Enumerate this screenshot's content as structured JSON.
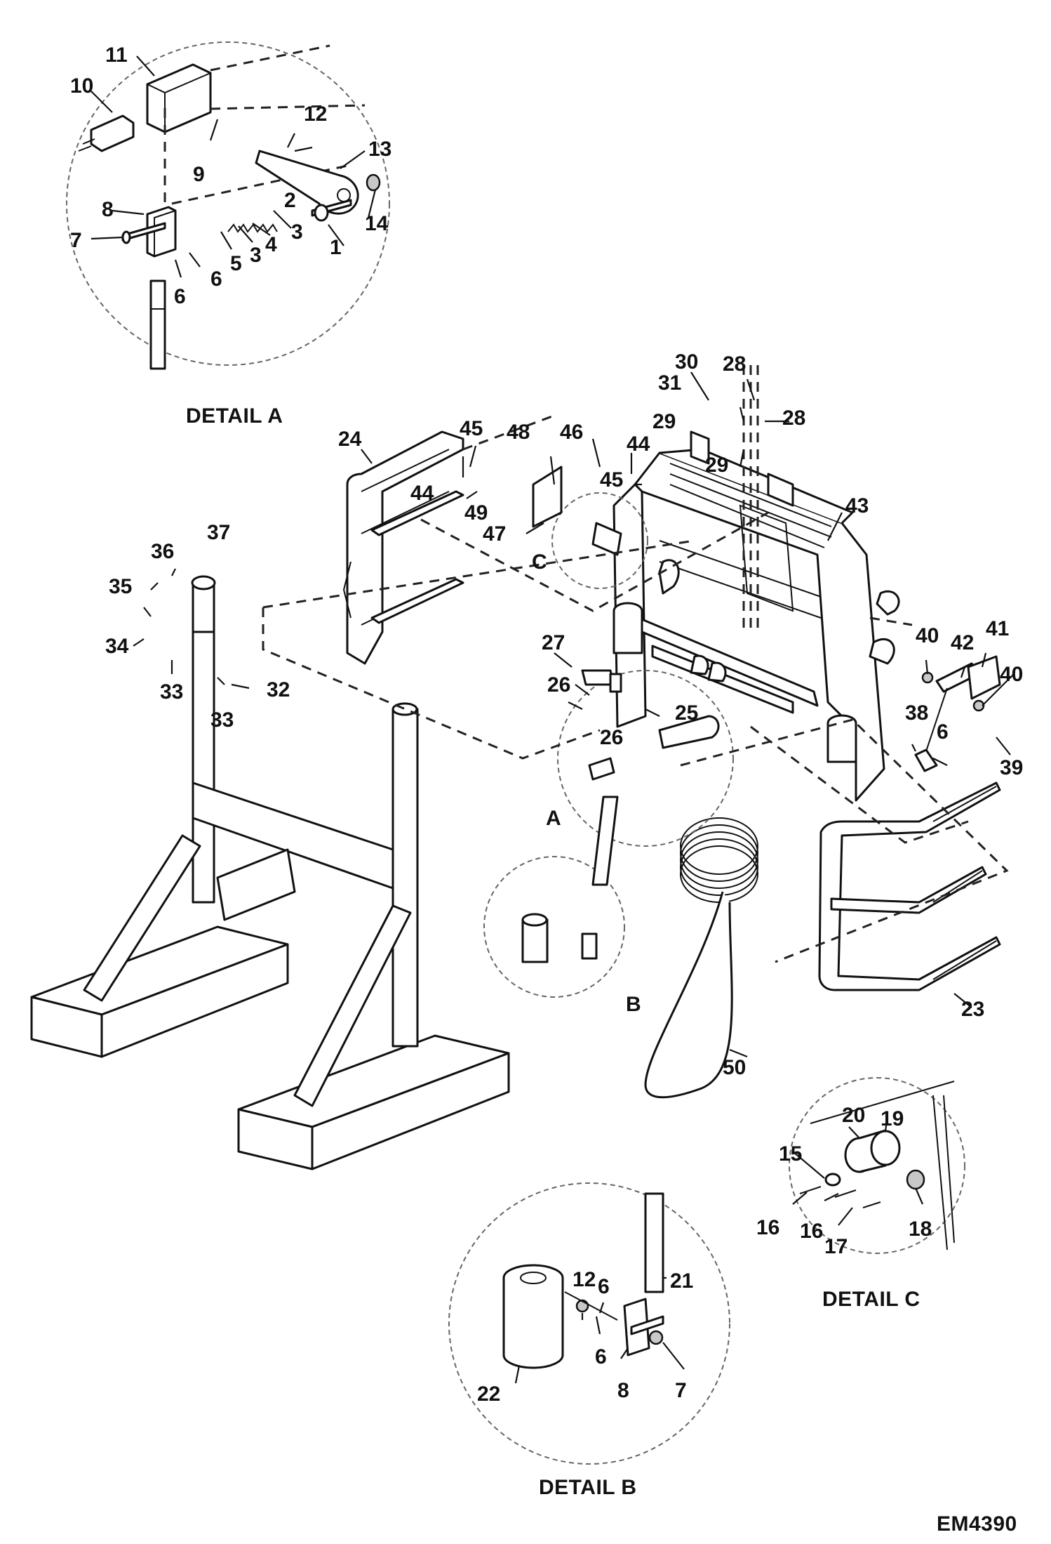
{
  "drawing_code": "EM4390",
  "captions": {
    "detail_a": "DETAIL A",
    "detail_b": "DETAIL B",
    "detail_c": "DETAIL C"
  },
  "detail_refs": {
    "a": "A",
    "b": "B",
    "c": "C"
  },
  "callouts": {
    "c1": "1",
    "c2": "2",
    "c3a": "3",
    "c3b": "3",
    "c4": "4",
    "c5": "5",
    "c6a": "6",
    "c6b": "6",
    "c7a": "7",
    "c8a": "8",
    "c9": "9",
    "c10": "10",
    "c11": "11",
    "c12a": "12",
    "c13": "13",
    "c14": "14",
    "c15": "15",
    "c16a": "16",
    "c16b": "16",
    "c17": "17",
    "c18": "18",
    "c19": "19",
    "c20": "20",
    "c21": "21",
    "c22": "22",
    "c12b": "12",
    "c6c": "6",
    "c6d": "6",
    "c8b": "8",
    "c7b": "7",
    "c23": "23",
    "c24": "24",
    "c25": "25",
    "c26a": "26",
    "c26b": "26",
    "c27": "27",
    "c28a": "28",
    "c28b": "28",
    "c29a": "29",
    "c29b": "29",
    "c30": "30",
    "c31": "31",
    "c32": "32",
    "c33a": "33",
    "c33b": "33",
    "c34": "34",
    "c35": "35",
    "c36": "36",
    "c37": "37",
    "c38": "38",
    "c39": "39",
    "c40a": "40",
    "c40b": "40",
    "c41": "41",
    "c42": "42",
    "c43": "43",
    "c44a": "44",
    "c44b": "44",
    "c45a": "45",
    "c45b": "45",
    "c46": "46",
    "c47": "47",
    "c48": "48",
    "c49": "49",
    "c50": "50",
    "c6e": "6"
  }
}
